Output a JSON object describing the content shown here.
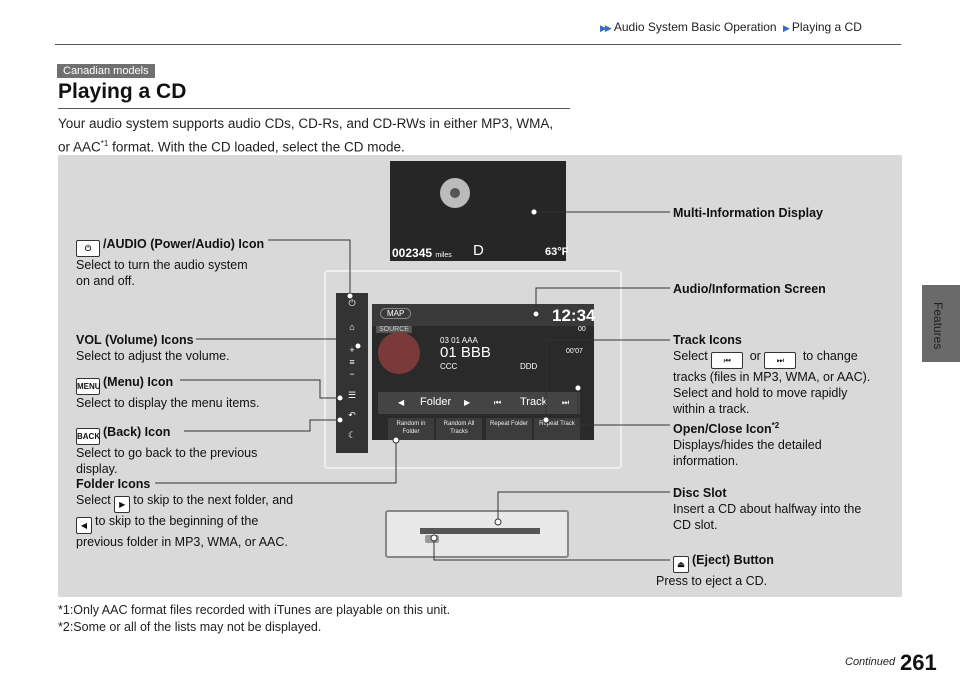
{
  "breadcrumb": {
    "part1": "Audio System Basic Operation",
    "part2": "Playing a CD"
  },
  "sidebar": {
    "section": "Features"
  },
  "badge": "Canadian models",
  "title": "Playing a CD",
  "intro": {
    "line1": "Your audio system supports audio CDs, CD-Rs, and CD-RWs in either MP3, WMA,",
    "line2a": "or AAC",
    "line2sup": "*1",
    "line2b": " format. With the CD loaded, select the CD mode."
  },
  "callouts": {
    "power": {
      "title": "/AUDIO (Power/Audio) Icon",
      "desc1": "Select to turn the audio system",
      "desc2": "on and off."
    },
    "volume": {
      "title": "VOL (Volume) Icons",
      "desc1": "Select to adjust the volume."
    },
    "menu": {
      "title": "(Menu) Icon",
      "desc1": "Select to display the menu items.",
      "icon": "MENU"
    },
    "back": {
      "title": "(Back) Icon",
      "desc1": "Select to go back to the previous",
      "desc2": "display.",
      "icon": "BACK"
    },
    "folder": {
      "title": "Folder Icons",
      "desc1a": "Select",
      "desc1b": "to skip to the next folder, and",
      "desc2": "to skip to the beginning of the",
      "desc3": "previous folder in MP3, WMA, or AAC."
    },
    "mid": {
      "title": "Multi-Information Display"
    },
    "screen": {
      "title": "Audio/Information Screen"
    },
    "track": {
      "title": "Track Icons",
      "desc1a": "Select",
      "desc1b": "or",
      "desc1c": "to change",
      "desc2": "tracks (files in MP3, WMA, or AAC).",
      "desc3": "Select and hold to move rapidly",
      "desc4": "within a track."
    },
    "openclose": {
      "title": "Open/Close Icon",
      "sup": "*2",
      "desc1": "Displays/hides the detailed",
      "desc2": "information."
    },
    "disc": {
      "title": "Disc Slot",
      "desc1": "Insert a CD about halfway into the",
      "desc2": "CD slot."
    },
    "eject": {
      "title": "(Eject) Button",
      "desc1": "Press to eject a CD."
    }
  },
  "display": {
    "miles": "002345",
    "miles_unit": "miles",
    "gear": "D",
    "temp": "63°F",
    "map": "MAP",
    "clock": "12:34",
    "source": "SOURCE",
    "counter": "00",
    "track_no": "03 01 AAA",
    "track_title": "01 BBB",
    "artist": "CCC",
    "album": "DDD",
    "elapsed": "00'07",
    "folder": "Folder",
    "track": "Track",
    "soft_buttons": [
      "Random in Folder",
      "Random All Tracks",
      "Repeat Folder",
      "Repeat Track"
    ]
  },
  "footnotes": [
    "*1:Only AAC format files recorded with iTunes are playable on this unit.",
    "*2:Some or all of the lists may not be displayed."
  ],
  "continued": "Continued",
  "page_number": "261"
}
